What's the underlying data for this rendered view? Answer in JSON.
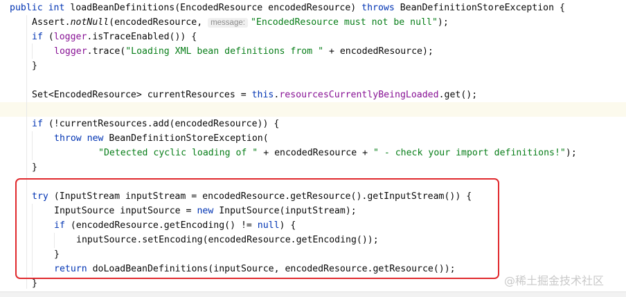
{
  "code": {
    "lines": [
      {
        "indent": 0,
        "tokens": [
          [
            "public int ",
            "kw"
          ],
          [
            "loadBeanDefinitions(EncodedResource encodedResource) ",
            ""
          ],
          [
            "throws ",
            "kw"
          ],
          [
            "BeanDefinitionStoreException {",
            ""
          ]
        ]
      },
      {
        "indent": 1,
        "tokens": [
          [
            "Assert.",
            ""
          ],
          [
            "notNull",
            "it"
          ],
          [
            "(encodedResource, ",
            ""
          ],
          [
            "message:",
            "hint"
          ],
          [
            "\"EncodedResource must not be null\"",
            "str"
          ],
          [
            ");",
            ""
          ]
        ]
      },
      {
        "indent": 1,
        "tokens": [
          [
            "if ",
            "kw"
          ],
          [
            "(",
            ""
          ],
          [
            "logger",
            "fld"
          ],
          [
            ".isTraceEnabled()) {",
            ""
          ]
        ]
      },
      {
        "indent": 2,
        "tokens": [
          [
            "logger",
            "fld"
          ],
          [
            ".trace(",
            ""
          ],
          [
            "\"Loading XML bean definitions from \"",
            "str"
          ],
          [
            " + encodedResource);",
            ""
          ]
        ]
      },
      {
        "indent": 1,
        "tokens": [
          [
            "}",
            ""
          ]
        ]
      },
      {
        "indent": 0,
        "tokens": []
      },
      {
        "indent": 1,
        "tokens": [
          [
            "Set<EncodedResource> currentResources = ",
            ""
          ],
          [
            "this",
            "kw"
          ],
          [
            ".",
            ""
          ],
          [
            "resourcesCurrentlyBeingLoaded",
            "fld"
          ],
          [
            ".get();",
            ""
          ]
        ]
      },
      {
        "indent": 0,
        "tokens": []
      },
      {
        "indent": 1,
        "tokens": [
          [
            "if ",
            "kw"
          ],
          [
            "(!currentResources.add(encodedResource)) {",
            ""
          ]
        ]
      },
      {
        "indent": 2,
        "tokens": [
          [
            "throw new ",
            "kw"
          ],
          [
            "BeanDefinitionStoreException(",
            ""
          ]
        ]
      },
      {
        "indent": 4,
        "tokens": [
          [
            "\"Detected cyclic loading of \"",
            "str"
          ],
          [
            " + encodedResource + ",
            ""
          ],
          [
            "\" - check your import definitions!\"",
            "str"
          ],
          [
            ");",
            ""
          ]
        ]
      },
      {
        "indent": 1,
        "tokens": [
          [
            "}",
            ""
          ]
        ]
      },
      {
        "indent": 0,
        "tokens": []
      },
      {
        "indent": 1,
        "tokens": [
          [
            "try ",
            "kw"
          ],
          [
            "(InputStream inputStream = encodedResource.getResource().getInputStream()) {",
            ""
          ]
        ]
      },
      {
        "indent": 2,
        "tokens": [
          [
            "InputSource inputSource = ",
            ""
          ],
          [
            "new ",
            "kw"
          ],
          [
            "InputSource(inputStream);",
            ""
          ]
        ]
      },
      {
        "indent": 2,
        "tokens": [
          [
            "if ",
            "kw"
          ],
          [
            "(encodedResource.getEncoding() != ",
            ""
          ],
          [
            "null",
            "kw"
          ],
          [
            ") {",
            ""
          ]
        ]
      },
      {
        "indent": 3,
        "tokens": [
          [
            "inputSource.setEncoding(encodedResource.getEncoding());",
            ""
          ]
        ]
      },
      {
        "indent": 2,
        "tokens": [
          [
            "}",
            ""
          ]
        ]
      },
      {
        "indent": 2,
        "tokens": [
          [
            "return ",
            "kw"
          ],
          [
            "doLoadBeanDefinitions(inputSource, encodedResource.getResource());",
            ""
          ]
        ]
      },
      {
        "indent": 1,
        "tokens": [
          [
            "}",
            ""
          ]
        ]
      }
    ]
  },
  "watermark": "@稀土掘金技术社区",
  "colors": {
    "keyword": "#0033b3",
    "string": "#067d17",
    "field": "#871094",
    "highlight_box": "#e0282c"
  }
}
